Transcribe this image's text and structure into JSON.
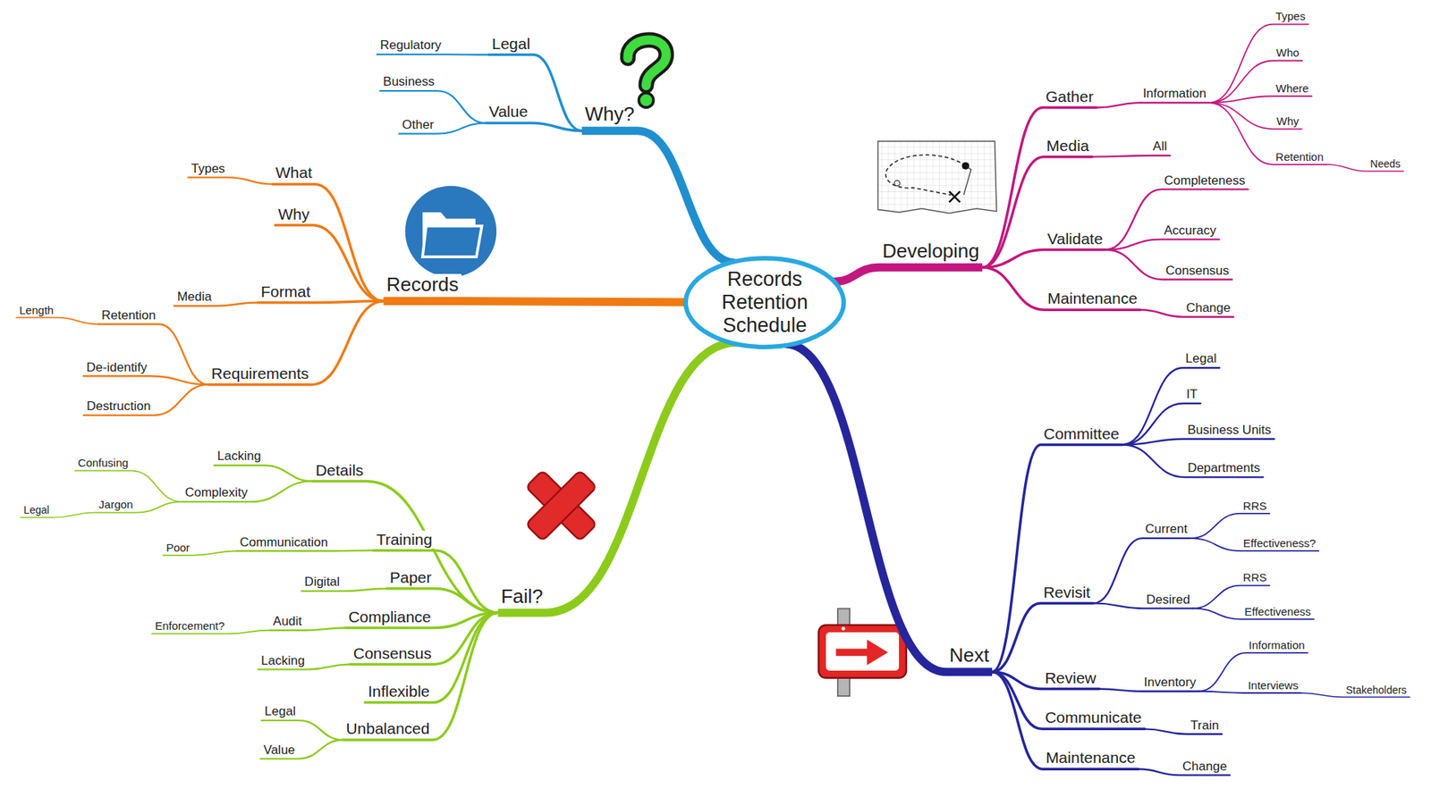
{
  "diagram": {
    "nodes": [
      {
        "text": [
          "Records Retention Schedule"
        ]
      },
      {
        "text": [
          "Why?"
        ]
      },
      {
        "text": [
          "Legal"
        ]
      },
      {
        "text": [
          "Regulatory"
        ]
      },
      {
        "text": [
          "Value"
        ]
      },
      {
        "text": [
          "Business"
        ]
      },
      {
        "text": [
          "Other"
        ]
      },
      {
        "text": [
          "Developing"
        ]
      },
      {
        "text": [
          "Gather"
        ]
      },
      {
        "text": [
          "Information"
        ]
      },
      {
        "text": [
          "Types"
        ]
      },
      {
        "text": [
          "Who"
        ]
      },
      {
        "text": [
          "Where"
        ]
      },
      {
        "text": [
          "Why"
        ]
      },
      {
        "text": [
          "Retention"
        ]
      },
      {
        "text": [
          "Needs"
        ]
      },
      {
        "text": [
          "Media"
        ]
      },
      {
        "text": [
          "All"
        ]
      },
      {
        "text": [
          "Validate"
        ]
      },
      {
        "text": [
          "Completeness"
        ]
      },
      {
        "text": [
          "Accuracy"
        ]
      },
      {
        "text": [
          "Consensus"
        ]
      },
      {
        "text": [
          "Maintenance"
        ]
      },
      {
        "text": [
          "Change"
        ]
      },
      {
        "text": [
          "Records"
        ]
      },
      {
        "text": [
          "What"
        ]
      },
      {
        "text": [
          "Types"
        ]
      },
      {
        "text": [
          "Why"
        ]
      },
      {
        "text": [
          "Format"
        ]
      },
      {
        "text": [
          "Media"
        ]
      },
      {
        "text": [
          "Requirements"
        ]
      },
      {
        "text": [
          "Retention"
        ]
      },
      {
        "text": [
          "Length"
        ]
      },
      {
        "text": [
          "De-identify"
        ]
      },
      {
        "text": [
          "Destruction"
        ]
      },
      {
        "text": [
          "Fail?"
        ]
      },
      {
        "text": [
          "Details"
        ]
      },
      {
        "text": [
          "Lacking"
        ]
      },
      {
        "text": [
          "Complexity"
        ]
      },
      {
        "text": [
          "Confusing"
        ]
      },
      {
        "text": [
          "Jargon"
        ]
      },
      {
        "text": [
          "Legal"
        ]
      },
      {
        "text": [
          "Training"
        ]
      },
      {
        "text": [
          "Communication"
        ]
      },
      {
        "text": [
          "Poor"
        ]
      },
      {
        "text": [
          "Paper"
        ]
      },
      {
        "text": [
          "Digital"
        ]
      },
      {
        "text": [
          "Compliance"
        ]
      },
      {
        "text": [
          "Audit"
        ]
      },
      {
        "text": [
          "Enforcement?"
        ]
      },
      {
        "text": [
          "Consensus"
        ]
      },
      {
        "text": [
          "Lacking"
        ]
      },
      {
        "text": [
          "Inflexible"
        ]
      },
      {
        "text": [
          "Unbalanced"
        ]
      },
      {
        "text": [
          "Legal"
        ]
      },
      {
        "text": [
          "Value"
        ]
      },
      {
        "text": [
          "Next"
        ]
      },
      {
        "text": [
          "Committee"
        ]
      },
      {
        "text": [
          "Legal"
        ]
      },
      {
        "text": [
          "IT"
        ]
      },
      {
        "text": [
          "Business Units"
        ]
      },
      {
        "text": [
          "Departments"
        ]
      },
      {
        "text": [
          "Revisit"
        ]
      },
      {
        "text": [
          "Current"
        ]
      },
      {
        "text": [
          "RRS"
        ]
      },
      {
        "text": [
          "Effectiveness?"
        ]
      },
      {
        "text": [
          "Desired"
        ]
      },
      {
        "text": [
          "RRS"
        ]
      },
      {
        "text": [
          "Effectiveness"
        ]
      },
      {
        "text": [
          "Review"
        ]
      },
      {
        "text": [
          "Inventory"
        ]
      },
      {
        "text": [
          "Information"
        ]
      },
      {
        "text": [
          "Interviews"
        ]
      },
      {
        "text": [
          "Stakeholders"
        ]
      },
      {
        "text": [
          "Communicate"
        ]
      },
      {
        "text": [
          "Train"
        ]
      },
      {
        "text": [
          "Maintenance"
        ]
      },
      {
        "text": [
          "Change"
        ]
      }
    ],
    "edges": [
      {
        "from": 0,
        "to": 1,
        "arrow": "none"
      },
      {
        "from": 1,
        "to": 2,
        "arrow": "none"
      },
      {
        "from": 2,
        "to": 3,
        "arrow": "none"
      },
      {
        "from": 1,
        "to": 4,
        "arrow": "none"
      },
      {
        "from": 4,
        "to": 5,
        "arrow": "none"
      },
      {
        "from": 4,
        "to": 6,
        "arrow": "none"
      },
      {
        "from": 0,
        "to": 7,
        "arrow": "none"
      },
      {
        "from": 7,
        "to": 8,
        "arrow": "none"
      },
      {
        "from": 8,
        "to": 9,
        "arrow": "none"
      },
      {
        "from": 9,
        "to": 10,
        "arrow": "none"
      },
      {
        "from": 9,
        "to": 11,
        "arrow": "none"
      },
      {
        "from": 9,
        "to": 12,
        "arrow": "none"
      },
      {
        "from": 9,
        "to": 13,
        "arrow": "none"
      },
      {
        "from": 9,
        "to": 14,
        "arrow": "none"
      },
      {
        "from": 14,
        "to": 15,
        "arrow": "none"
      },
      {
        "from": 7,
        "to": 16,
        "arrow": "none"
      },
      {
        "from": 16,
        "to": 17,
        "arrow": "none"
      },
      {
        "from": 7,
        "to": 18,
        "arrow": "none"
      },
      {
        "from": 18,
        "to": 19,
        "arrow": "none"
      },
      {
        "from": 18,
        "to": 20,
        "arrow": "none"
      },
      {
        "from": 18,
        "to": 21,
        "arrow": "none"
      },
      {
        "from": 7,
        "to": 22,
        "arrow": "none"
      },
      {
        "from": 22,
        "to": 23,
        "arrow": "none"
      },
      {
        "from": 0,
        "to": 24,
        "arrow": "none"
      },
      {
        "from": 24,
        "to": 25,
        "arrow": "none"
      },
      {
        "from": 25,
        "to": 26,
        "arrow": "none"
      },
      {
        "from": 24,
        "to": 27,
        "arrow": "none"
      },
      {
        "from": 24,
        "to": 28,
        "arrow": "none"
      },
      {
        "from": 28,
        "to": 29,
        "arrow": "none"
      },
      {
        "from": 24,
        "to": 30,
        "arrow": "none"
      },
      {
        "from": 30,
        "to": 31,
        "arrow": "none"
      },
      {
        "from": 31,
        "to": 32,
        "arrow": "none"
      },
      {
        "from": 30,
        "to": 33,
        "arrow": "none"
      },
      {
        "from": 30,
        "to": 34,
        "arrow": "none"
      },
      {
        "from": 0,
        "to": 35,
        "arrow": "none"
      },
      {
        "from": 35,
        "to": 36,
        "arrow": "none"
      },
      {
        "from": 36,
        "to": 37,
        "arrow": "none"
      },
      {
        "from": 36,
        "to": 38,
        "arrow": "none"
      },
      {
        "from": 38,
        "to": 39,
        "arrow": "none"
      },
      {
        "from": 38,
        "to": 40,
        "arrow": "none"
      },
      {
        "from": 40,
        "to": 41,
        "arrow": "none"
      },
      {
        "from": 35,
        "to": 42,
        "arrow": "none"
      },
      {
        "from": 42,
        "to": 43,
        "arrow": "none"
      },
      {
        "from": 43,
        "to": 44,
        "arrow": "none"
      },
      {
        "from": 35,
        "to": 45,
        "arrow": "none"
      },
      {
        "from": 45,
        "to": 46,
        "arrow": "none"
      },
      {
        "from": 35,
        "to": 47,
        "arrow": "none"
      },
      {
        "from": 47,
        "to": 48,
        "arrow": "none"
      },
      {
        "from": 48,
        "to": 49,
        "arrow": "none"
      },
      {
        "from": 35,
        "to": 50,
        "arrow": "none"
      },
      {
        "from": 50,
        "to": 51,
        "arrow": "none"
      },
      {
        "from": 35,
        "to": 52,
        "arrow": "none"
      },
      {
        "from": 35,
        "to": 53,
        "arrow": "none"
      },
      {
        "from": 53,
        "to": 54,
        "arrow": "none"
      },
      {
        "from": 53,
        "to": 55,
        "arrow": "none"
      },
      {
        "from": 0,
        "to": 56,
        "arrow": "none"
      },
      {
        "from": 56,
        "to": 57,
        "arrow": "none"
      },
      {
        "from": 57,
        "to": 58,
        "arrow": "none"
      },
      {
        "from": 57,
        "to": 59,
        "arrow": "none"
      },
      {
        "from": 57,
        "to": 60,
        "arrow": "none"
      },
      {
        "from": 57,
        "to": 61,
        "arrow": "none"
      },
      {
        "from": 56,
        "to": 62,
        "arrow": "none"
      },
      {
        "from": 62,
        "to": 63,
        "arrow": "none"
      },
      {
        "from": 63,
        "to": 64,
        "arrow": "none"
      },
      {
        "from": 63,
        "to": 65,
        "arrow": "none"
      },
      {
        "from": 62,
        "to": 66,
        "arrow": "none"
      },
      {
        "from": 66,
        "to": 67,
        "arrow": "none"
      },
      {
        "from": 66,
        "to": 68,
        "arrow": "none"
      },
      {
        "from": 56,
        "to": 69,
        "arrow": "none"
      },
      {
        "from": 69,
        "to": 70,
        "arrow": "none"
      },
      {
        "from": 70,
        "to": 71,
        "arrow": "none"
      },
      {
        "from": 70,
        "to": 72,
        "arrow": "none"
      },
      {
        "from": 72,
        "to": 73,
        "arrow": "none"
      },
      {
        "from": 56,
        "to": 74,
        "arrow": "none"
      },
      {
        "from": 74,
        "to": 75,
        "arrow": "none"
      },
      {
        "from": 56,
        "to": 76,
        "arrow": "none"
      },
      {
        "from": 76,
        "to": 77,
        "arrow": "none"
      }
    ]
  }
}
